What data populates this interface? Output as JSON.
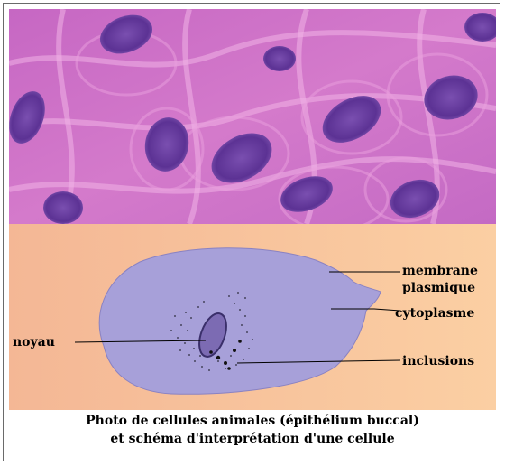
{
  "figure": {
    "labels": {
      "membrane_line1": "membrane",
      "membrane_line2": "plasmique",
      "cytoplasme": "cytoplasme",
      "noyau": "noyau",
      "inclusions": "inclusions"
    },
    "caption": {
      "line1": "Photo de cellules animales (épithélium buccal)",
      "line2": "et schéma d'interprétation d'une cellule"
    },
    "colors": {
      "photo_background": "#cc6fc6",
      "photo_nucleus": "#6a3fa2",
      "schema_background": "#f7c39a",
      "cell_fill": "#a7a0d9",
      "nucleus_fill": "#7c6bb3"
    }
  }
}
